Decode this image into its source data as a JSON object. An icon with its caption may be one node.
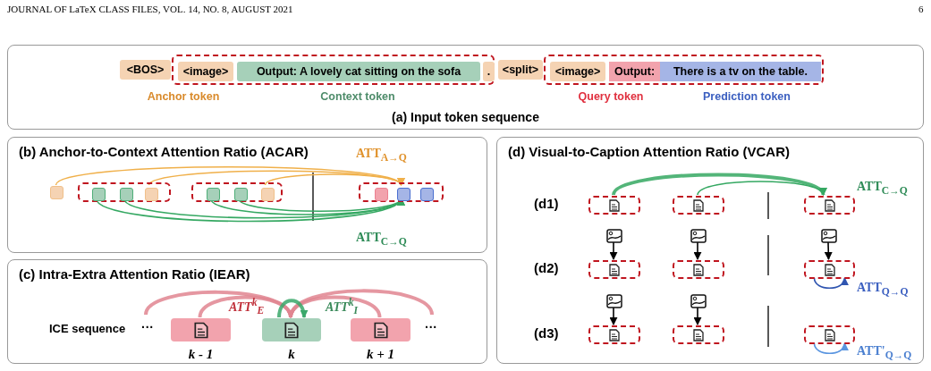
{
  "diagram": {
    "nodes": [
      {
        "text": [
          "(a) Input token sequence"
        ]
      },
      {
        "text": [
          "<BOS>"
        ],
        "in": 0
      },
      {
        "text": [],
        "shape": "box",
        "in": 0
      },
      {
        "text": [
          "<image>"
        ],
        "in": 2
      },
      {
        "text": [
          "Output: A lovely cat sitting on the sofa"
        ],
        "in": 2
      },
      {
        "text": [
          "."
        ],
        "in": 2
      },
      {
        "text": [
          "<split>"
        ],
        "in": 0
      },
      {
        "text": [],
        "shape": "box",
        "in": 0
      },
      {
        "text": [
          "<image>"
        ],
        "in": 7
      },
      {
        "text": [
          "Output:"
        ],
        "in": 7
      },
      {
        "text": [
          "There is a tv on the table."
        ],
        "in": 7
      },
      {
        "text": [
          "(b) Anchor-to-Context Attention Ratio (ACAR)"
        ]
      },
      {
        "text": [],
        "shape": "box",
        "in": 11
      },
      {
        "text": [],
        "shape": "box",
        "in": 11
      },
      {
        "text": [],
        "shape": "box",
        "in": 13
      },
      {
        "text": [],
        "shape": "box",
        "in": 13
      },
      {
        "text": [],
        "shape": "box",
        "in": 13
      },
      {
        "text": [],
        "shape": "box",
        "in": 11
      },
      {
        "text": [],
        "shape": "box",
        "in": 17
      },
      {
        "text": [],
        "shape": "box",
        "in": 17
      },
      {
        "text": [],
        "shape": "box",
        "in": 17
      },
      {
        "text": [],
        "shape": "box",
        "in": 11
      },
      {
        "text": [],
        "shape": "box",
        "in": 21
      },
      {
        "text": [],
        "shape": "box",
        "in": 21
      },
      {
        "text": [],
        "shape": "box",
        "in": 21
      },
      {
        "text": [
          "(c) Intra-Extra Attention Ratio (IEAR)"
        ]
      },
      {
        "text": [],
        "shape": "box",
        "in": 25,
        "beside": [
          "k - 1"
        ]
      },
      {
        "text": [],
        "shape": "box",
        "in": 25,
        "beside": [
          "k"
        ]
      },
      {
        "text": [],
        "shape": "box",
        "in": 25,
        "beside": [
          "k + 1"
        ]
      },
      {
        "text": [
          "(d) Visual-to-Caption Attention Ratio (VCAR)"
        ]
      },
      {
        "text": [],
        "shape": "box",
        "in": 29
      },
      {
        "text": [],
        "shape": "box",
        "in": 29
      },
      {
        "text": [],
        "shape": "box",
        "in": 29
      },
      {
        "text": [],
        "shape": "picture",
        "in": 29
      },
      {
        "text": [],
        "shape": "picture",
        "in": 29
      },
      {
        "text": [],
        "shape": "picture",
        "in": 29
      },
      {
        "text": [],
        "shape": "box",
        "in": 29
      },
      {
        "text": [],
        "shape": "box",
        "in": 29
      },
      {
        "text": [],
        "shape": "box",
        "in": 29
      },
      {
        "text": [],
        "shape": "picture",
        "in": 29
      },
      {
        "text": [],
        "shape": "picture",
        "in": 29
      },
      {
        "text": [],
        "shape": "box",
        "in": 29
      },
      {
        "text": [],
        "shape": "box",
        "in": 29
      },
      {
        "text": [],
        "shape": "box",
        "in": 29
      }
    ],
    "edges": [
      {
        "from": 12,
        "to": 23,
        "arrow": "to",
        "color": "#f0b04a"
      },
      {
        "from": 16,
        "to": 23,
        "arrow": "to",
        "color": "#f0b04a"
      },
      {
        "from": 20,
        "to": 23,
        "arrow": "to",
        "color": "#f0b04a"
      },
      {
        "from": 14,
        "to": 23,
        "arrow": "to",
        "color": "#35a862"
      },
      {
        "from": 15,
        "to": 23,
        "arrow": "to",
        "color": "#35a862"
      },
      {
        "from": 18,
        "to": 23,
        "arrow": "to",
        "color": "#35a862"
      },
      {
        "from": 19,
        "to": 23,
        "arrow": "to",
        "color": "#35a862"
      },
      {
        "from": null,
        "to": 27,
        "arrow": "to",
        "style": "thick",
        "color": "#e08590"
      },
      {
        "from": 26,
        "to": 27,
        "arrow": "to",
        "style": "thick",
        "color": "#e08590"
      },
      {
        "from": 28,
        "to": 27,
        "arrow": "to",
        "style": "thick",
        "color": "#e08590"
      },
      {
        "from": null,
        "to": 27,
        "arrow": "to",
        "style": "thick",
        "color": "#e08590"
      },
      {
        "from": 27,
        "to": 27,
        "arrow": "to",
        "style": "thick",
        "color": "#3aa86a"
      },
      {
        "from": 30,
        "to": 32,
        "arrow": "to",
        "style": "thick",
        "color": "#35a862"
      },
      {
        "from": 31,
        "to": 32,
        "arrow": "to",
        "color": "#35a862"
      },
      {
        "from": 33,
        "to": 36,
        "arrow": "to",
        "color": "#000000"
      },
      {
        "from": 34,
        "to": 37,
        "arrow": "to",
        "color": "#000000"
      },
      {
        "from": 35,
        "to": 38,
        "arrow": "to",
        "color": "#000000"
      },
      {
        "from": 38,
        "to": 38,
        "arrow": "to",
        "color": "#2f55b0"
      },
      {
        "from": 39,
        "to": 41,
        "arrow": "to",
        "color": "#000000"
      },
      {
        "from": 40,
        "to": 42,
        "arrow": "to",
        "color": "#000000"
      },
      {
        "from": 43,
        "to": 43,
        "arrow": "to",
        "color": "#5a95e0"
      }
    ],
    "labels": [
      "JOURNAL OF LaTeX CLASS FILES, VOL. 14, NO. 8, AUGUST 2021",
      "6",
      "Anchor token",
      "Context token",
      "Query token",
      "Prediction token",
      "ATT$_{A→Q}$",
      "ATT$_{C→Q}$",
      "ICE sequence",
      "···",
      "ATT$^{k}$$_{E}$",
      "ATT$^{k}$$_{I}$",
      "···",
      "(d1)",
      "ATT$_{C→Q}$",
      "(d2)",
      "ATT$_{Q→Q}$",
      "(d3)",
      "ATT'$_{Q→Q}$"
    ]
  }
}
